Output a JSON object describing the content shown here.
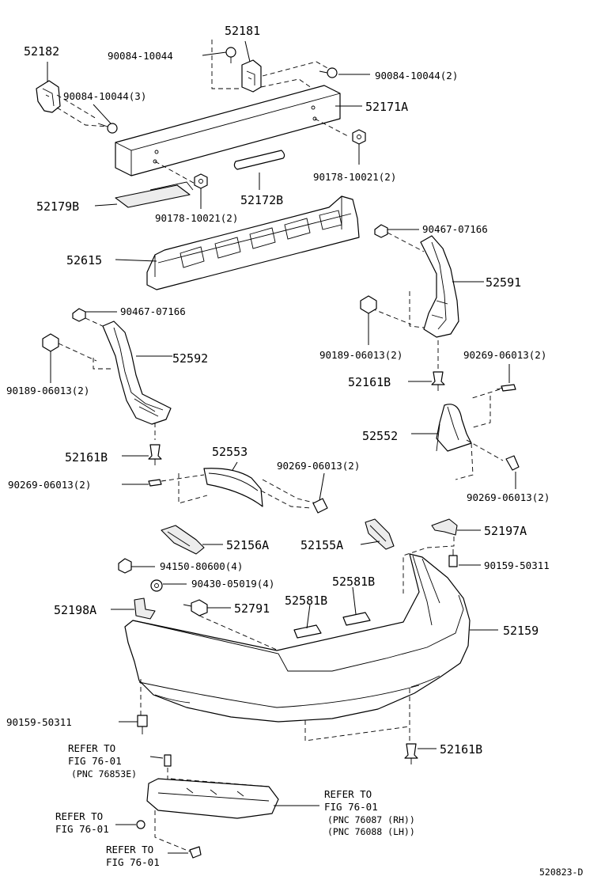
{
  "diagram_id": "520823-D",
  "labels": {
    "p52182": "52182",
    "p52181": "52181",
    "bolt_top": "90084-10044",
    "bolt_right": "90084-10044(2)",
    "bolt_left": "90084-10044(3)",
    "p52171A": "52171A",
    "nut_right": "90178-10021(2)",
    "p52172B": "52172B",
    "p52179B": "52179B",
    "nut_center": "90178-10021(2)",
    "p52615": "52615",
    "clip_right": "90467-07166",
    "p52591": "52591",
    "clip_left": "90467-07166",
    "p52592": "52592",
    "nut_rh": "90189-06013(2)",
    "screw_rh_top": "90269-06013(2)",
    "p52161B_rh": "52161B",
    "nut_lh": "90189-06013(2)",
    "p52552": "52552",
    "p52161B_lh": "52161B",
    "p52553": "52553",
    "screw_center_upper": "90269-06013(2)",
    "screw_left": "90269-06013(2)",
    "screw_rh_bottom": "90269-06013(2)",
    "p52156A": "52156A",
    "p52155A": "52155A",
    "p52197A": "52197A",
    "nut_94150": "94150-80600(4)",
    "bolt_90159_right": "90159-50311",
    "washer_90430": "90430-05019(4)",
    "p52581B_upper": "52581B",
    "p52198A": "52198A",
    "p52791": "52791",
    "p52581B_lower": "52581B",
    "p52159": "52159",
    "bolt_90159_left": "90159-50311",
    "p52161B_bottom": "52161B",
    "ref_upper_1": "REFER TO",
    "ref_upper_2": "FIG 76-01",
    "ref_upper_3": "(PNC 76853E)",
    "ref_right_1": "REFER TO",
    "ref_right_2": "FIG 76-01",
    "ref_right_3": "(PNC 76087 (RH))",
    "ref_right_4": "(PNC 76088 (LH))",
    "ref_left_1": "REFER TO",
    "ref_left_2": "FIG 76-01",
    "ref_bottom_1": "REFER TO",
    "ref_bottom_2": "FIG 76-01"
  }
}
